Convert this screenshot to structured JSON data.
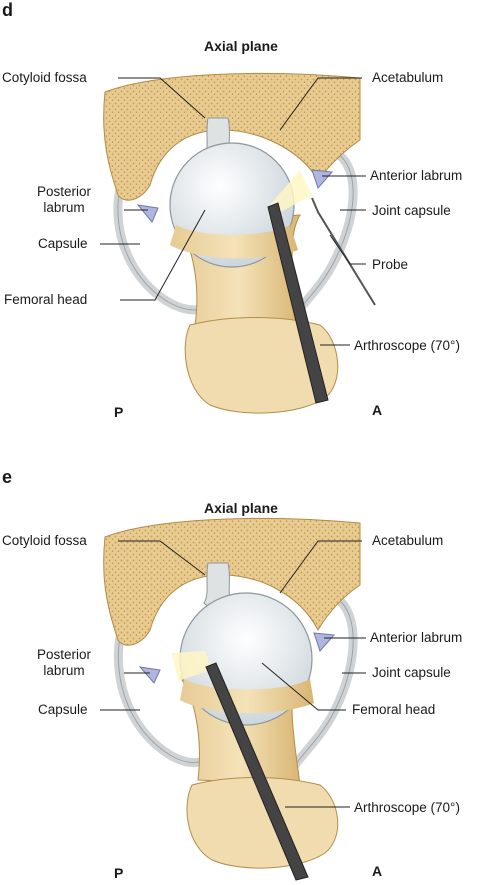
{
  "panel_d": {
    "letter": "d",
    "title": "Axial plane",
    "labels": {
      "cotyloid_fossa": "Cotyloid fossa",
      "acetabulum": "Acetabulum",
      "posterior_labrum_line1": "Posterior",
      "posterior_labrum_line2": "labrum",
      "anterior_labrum": "Anterior labrum",
      "joint_capsule": "Joint capsule",
      "capsule": "Capsule",
      "probe": "Probe",
      "femoral_head": "Femoral head",
      "arthroscope": "Arthroscope (70°)"
    },
    "direction_left": "P",
    "direction_right": "A"
  },
  "panel_e": {
    "letter": "e",
    "title": "Axial plane",
    "labels": {
      "cotyloid_fossa": "Cotyloid fossa",
      "acetabulum": "Acetabulum",
      "posterior_labrum_line1": "Posterior",
      "posterior_labrum_line2": "labrum",
      "anterior_labrum": "Anterior labrum",
      "joint_capsule": "Joint capsule",
      "capsule": "Capsule",
      "femoral_head": "Femoral head",
      "arthroscope": "Arthroscope (70°)"
    },
    "direction_left": "P",
    "direction_right": "A"
  },
  "colors": {
    "bone": "#e6c98e",
    "bone_dark": "#c9a15a",
    "cartilage": "#dfe6ea",
    "labrum": "#aeb6e0",
    "capsule": "#d6d9da",
    "scope": "#4a4a4a"
  }
}
